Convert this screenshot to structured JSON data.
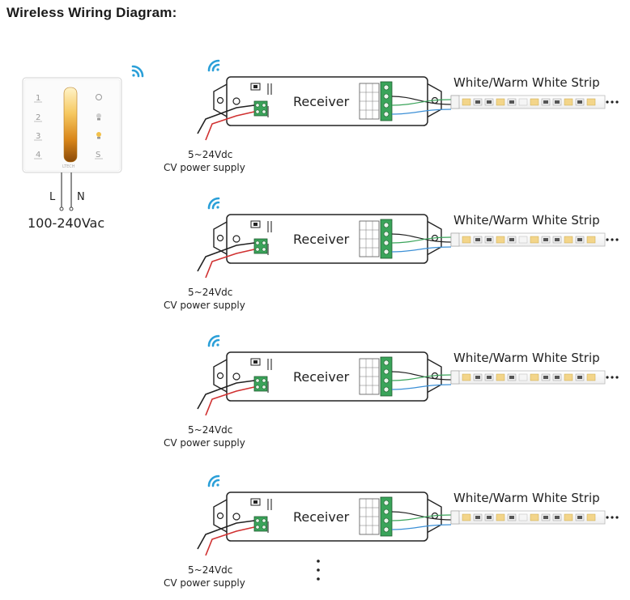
{
  "title": "Wireless Wiring Diagram:",
  "panel": {
    "brand": "LTECH",
    "zones": [
      "1",
      "2",
      "3",
      "4"
    ],
    "right_key": "S",
    "line_label": "L",
    "neutral_label": "N",
    "mains_label": "100-240Vac"
  },
  "receivers": [
    {
      "label": "Receiver",
      "strip_label": "White/Warm White Strip",
      "psu_voltage": "5~24Vdc",
      "psu_label": "CV power supply"
    },
    {
      "label": "Receiver",
      "strip_label": "White/Warm White Strip",
      "psu_voltage": "5~24Vdc",
      "psu_label": "CV power supply"
    },
    {
      "label": "Receiver",
      "strip_label": "White/Warm White Strip",
      "psu_voltage": "5~24Vdc",
      "psu_label": "CV power supply"
    },
    {
      "label": "Receiver",
      "strip_label": "White/Warm White Strip",
      "psu_voltage": "5~24Vdc",
      "psu_label": "CV power supply"
    }
  ],
  "colors": {
    "wifi": "#2a9fd8",
    "wire_green": "#3aa45a",
    "wire_blue": "#3b8fd6",
    "wire_red": "#d03030",
    "led_warm": "#f3d58a"
  }
}
